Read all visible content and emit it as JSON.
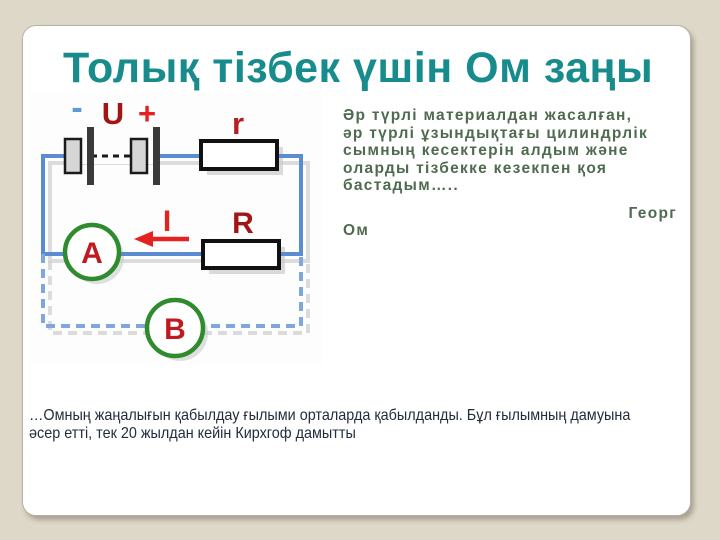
{
  "colors": {
    "background": "#DED8C9",
    "slide": "#FFFFFF",
    "title": "#188C8C",
    "quote_text": "#4F6B4F",
    "footer_text": "#232C3C",
    "wire_blue": "#5B8BD0",
    "dashed_blue": "#7DA7DD",
    "meter_green": "#2E8B2E",
    "bright_red": "#E32222",
    "dark_red": "#A31515",
    "minus_blue": "#5B9BD5"
  },
  "slide": {
    "title": "Толық тізбек үшін Ом заңы",
    "quote": {
      "lines": [
        "Әр түрлі материалдан жасалған,",
        "әр түрлі ұзындықтағы  цилиндрлік",
        "сымның кесектерін алдым және",
        "оларды тізбекке кезекпен қоя",
        "бастадым…..",
        "Георг",
        "Ом"
      ]
    },
    "footer": {
      "lines": [
        "…Омның жаңалығын қабылдау ғылыми орталарда қабылданды. Бұл ғылымның дамуына",
        "әсер етті,  тек 20 жылдан кейін Кирхгоф дамытты"
      ]
    }
  },
  "diagram": {
    "labels": {
      "minus": "-",
      "voltage": "U",
      "plus": "+",
      "internal_resistance": "r",
      "current": "I",
      "external_resistance": "R",
      "ammeter": "A",
      "voltmeter": "B"
    }
  }
}
